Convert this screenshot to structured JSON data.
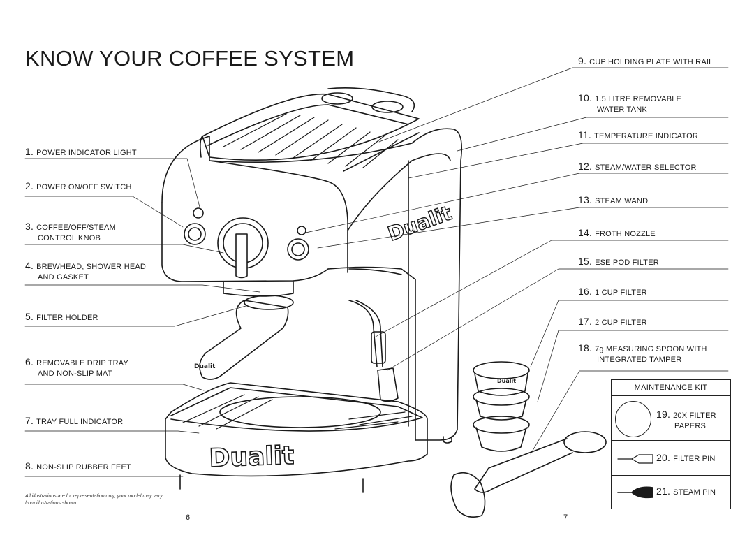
{
  "title": "KNOW YOUR COFFEE SYSTEM",
  "left_labels": [
    {
      "num": "1.",
      "line1": "POWER INDICATOR LIGHT",
      "line2": ""
    },
    {
      "num": "2.",
      "line1": "POWER ON/OFF SWITCH",
      "line2": ""
    },
    {
      "num": "3.",
      "line1": "COFFEE/OFF/STEAM",
      "line2": "CONTROL KNOB"
    },
    {
      "num": "4.",
      "line1": "BREWHEAD, SHOWER HEAD",
      "line2": "AND GASKET"
    },
    {
      "num": "5.",
      "line1": "FILTER HOLDER",
      "line2": ""
    },
    {
      "num": "6.",
      "line1": "REMOVABLE DRIP TRAY",
      "line2": "AND NON-SLIP MAT"
    },
    {
      "num": "7.",
      "line1": "TRAY FULL INDICATOR",
      "line2": ""
    },
    {
      "num": "8.",
      "line1": "NON-SLIP RUBBER FEET",
      "line2": ""
    }
  ],
  "right_labels": [
    {
      "num": "9.",
      "line1": "CUP HOLDING PLATE WITH RAIL",
      "line2": ""
    },
    {
      "num": "10.",
      "line1": "1.5 LITRE REMOVABLE",
      "line2": "WATER TANK"
    },
    {
      "num": "11.",
      "line1": "TEMPERATURE INDICATOR",
      "line2": ""
    },
    {
      "num": "12.",
      "line1": "STEAM/WATER SELECTOR",
      "line2": ""
    },
    {
      "num": "13.",
      "line1": "STEAM WAND",
      "line2": ""
    },
    {
      "num": "14.",
      "line1": "FROTH NOZZLE",
      "line2": ""
    },
    {
      "num": "15.",
      "line1": "ESE POD FILTER",
      "line2": ""
    },
    {
      "num": "16.",
      "line1": "1 CUP FILTER",
      "line2": ""
    },
    {
      "num": "17.",
      "line1": "2 CUP FILTER",
      "line2": ""
    },
    {
      "num": "18.",
      "line1": "7g MEASURING SPOON WITH",
      "line2": "INTEGRATED TAMPER"
    }
  ],
  "maintenance_kit": {
    "heading": "MAINTENANCE KIT",
    "items": [
      {
        "num": "19.",
        "line1": "20X FILTER",
        "line2": "PAPERS"
      },
      {
        "num": "20.",
        "line1": "FILTER PIN",
        "line2": ""
      },
      {
        "num": "21.",
        "line1": "STEAM PIN",
        "line2": ""
      }
    ]
  },
  "disclaimer": "All illustrations are for representation only, your model may vary from illustrations shown.",
  "brand_marks": [
    "Dualit"
  ],
  "page_numbers": {
    "left": "6",
    "right": "7"
  }
}
